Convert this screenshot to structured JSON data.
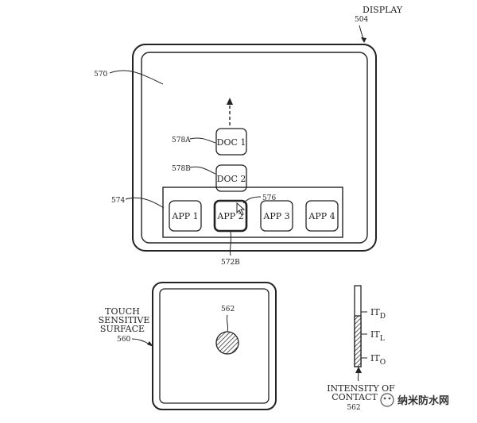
{
  "display": {
    "label": "DISPLAY",
    "ref": "504"
  },
  "screen_ref": "570",
  "dock_ref": "574",
  "contact_ref": "576",
  "docs": [
    {
      "ref": "578A",
      "label": "DOC 1"
    },
    {
      "ref": "578B",
      "label": "DOC 2"
    }
  ],
  "apps": [
    {
      "label": "APP 1"
    },
    {
      "label": "APP 2",
      "ref": "572B",
      "selected": true
    },
    {
      "label": "APP 3"
    },
    {
      "label": "APP 4"
    }
  ],
  "touch_surface": {
    "line1": "TOUCH",
    "line2": "SENSITIVE",
    "line3": "SURFACE",
    "ref": "560"
  },
  "contact_point_ref": "562",
  "intensity": {
    "levels": [
      {
        "base": "IT",
        "sub": "D"
      },
      {
        "base": "IT",
        "sub": "L"
      },
      {
        "base": "IT",
        "sub": "O"
      }
    ],
    "caption_line1": "INTENSITY OF",
    "caption_line2": "CONTACT",
    "ref": "562"
  },
  "watermark": "纳米防水网"
}
